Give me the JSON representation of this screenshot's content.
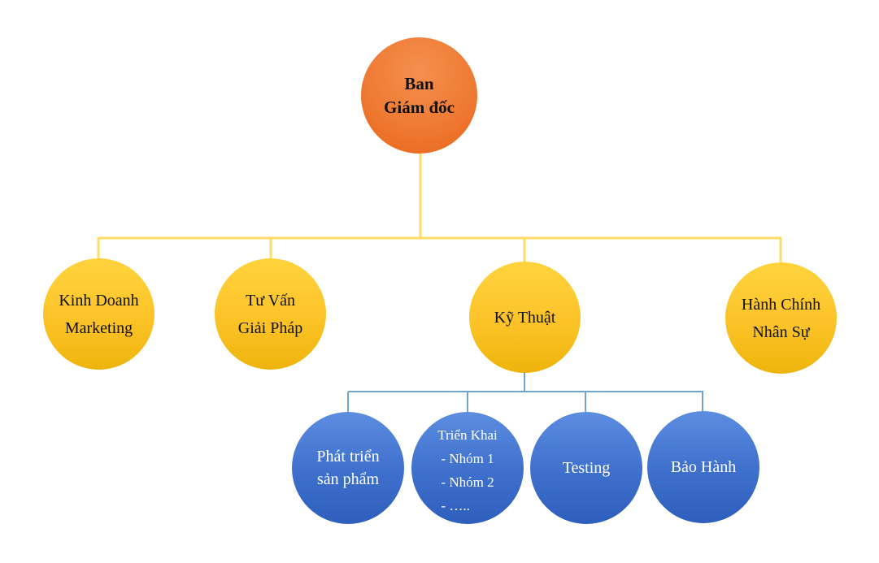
{
  "root": {
    "line1": "Ban",
    "line2": "Giám đốc"
  },
  "departments": [
    {
      "line1": "Kinh Doanh",
      "line2": "Marketing"
    },
    {
      "line1": "Tư Vấn",
      "line2": "Giải Pháp"
    },
    {
      "line1": "Kỹ Thuật",
      "line2": ""
    },
    {
      "line1": "Hành Chính",
      "line2": "Nhân Sự"
    }
  ],
  "teams": [
    {
      "line1": "Phát triển",
      "line2": "sản phẩm"
    },
    {
      "line1": "Triển Khai",
      "items": [
        "-  Nhóm 1",
        "-  Nhóm 2",
        "-  ….."
      ]
    },
    {
      "line1": "Testing"
    },
    {
      "line1": "Bảo Hành"
    }
  ],
  "colors": {
    "root": "#ef7a33",
    "department": "#fcc328",
    "team": "#3d6fcc",
    "connector_primary": "#fddc6a",
    "connector_secondary": "#6ea6d3"
  }
}
